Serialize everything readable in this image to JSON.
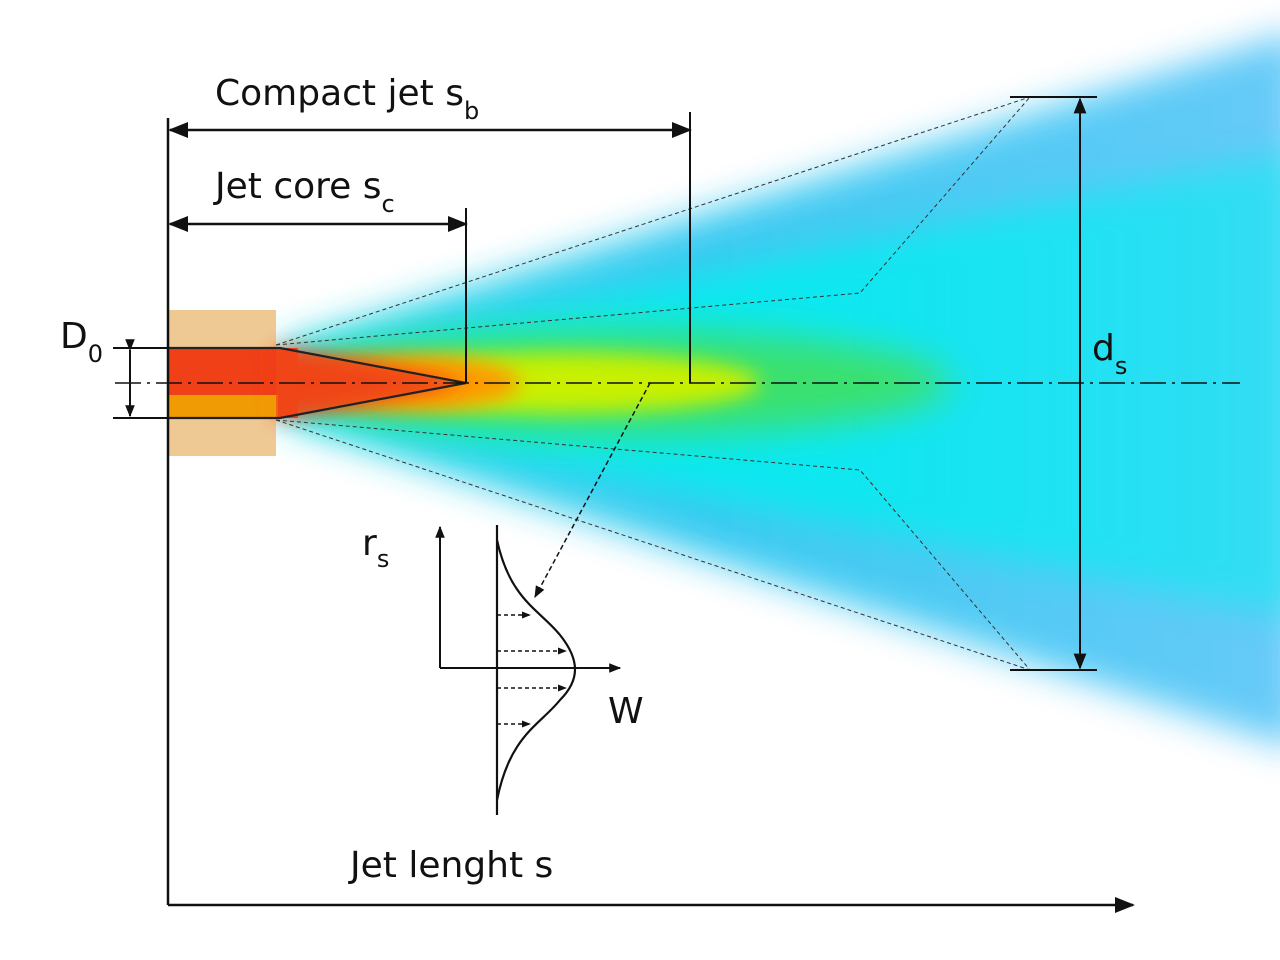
{
  "labels": {
    "compact_jet": "Compact jet s",
    "compact_jet_sub": "b",
    "jet_core": "Jet core s",
    "jet_core_sub": "c",
    "nozzle_diameter": "D",
    "nozzle_diameter_sub": "0",
    "jet_diameter": "d",
    "jet_diameter_sub": "s",
    "radius_axis": "r",
    "radius_axis_sub": "s",
    "velocity_axis": "W",
    "jet_length": "Jet lenght s"
  },
  "colors": {
    "nozzle": "#efc994",
    "core_red": "#f03010",
    "orange": "#ff8a00",
    "yellow": "#e8f000",
    "green": "#40e040",
    "cyan": "#00f0f0",
    "blue": "#60c8f8",
    "line": "#111111"
  }
}
